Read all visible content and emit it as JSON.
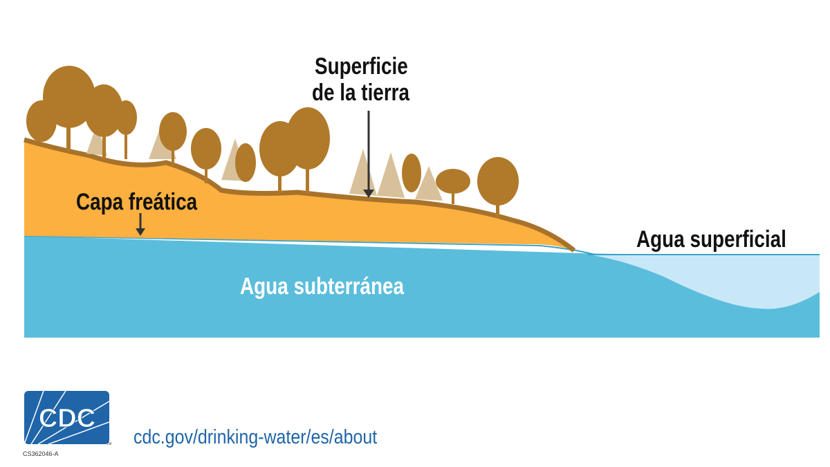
{
  "labels": {
    "land_surface_line1": "Superficie",
    "land_surface_line2": "de la tierra",
    "water_table": "Capa freática",
    "surface_water": "Agua superficial",
    "groundwater": "Agua subterránea"
  },
  "footer": {
    "logo_text": "CDC",
    "url": "cdc.gov/drinking-water/es/about",
    "code": "CS362046-A"
  },
  "colors": {
    "groundwater": "#5bbddc",
    "surface_water": "#c8e8f8",
    "soil": "#fbb040",
    "trees": "#b07a2a",
    "cdc_blue": "#1f65a8"
  }
}
